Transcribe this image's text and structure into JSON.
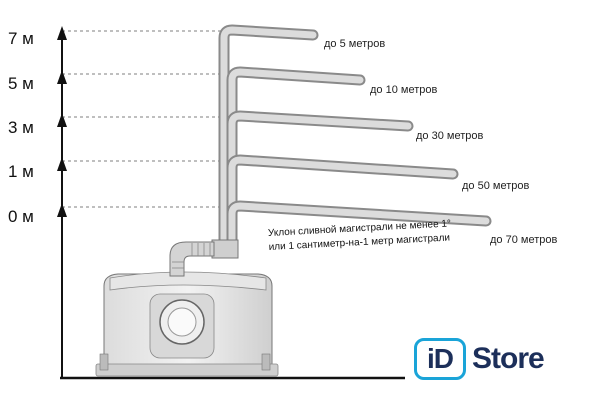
{
  "diagram": {
    "levels": [
      "7 м",
      "5 м",
      "3 м",
      "1 м",
      "0 м"
    ],
    "pipes": [
      {
        "label": "до 5 метров"
      },
      {
        "label": "до 10 метров"
      },
      {
        "label": "до 30 метров"
      },
      {
        "label": "до 50 метров"
      },
      {
        "label": "до 70 метров"
      }
    ],
    "note": {
      "line1": "Уклон сливной магистрали не менее 1°",
      "line2": "или 1 сантиметр-на-1 метр магистрали"
    }
  },
  "brand": {
    "badge": "iD",
    "word": "Store",
    "colors": {
      "accent": "#1aa4d8",
      "text": "#1c2f5a"
    }
  }
}
